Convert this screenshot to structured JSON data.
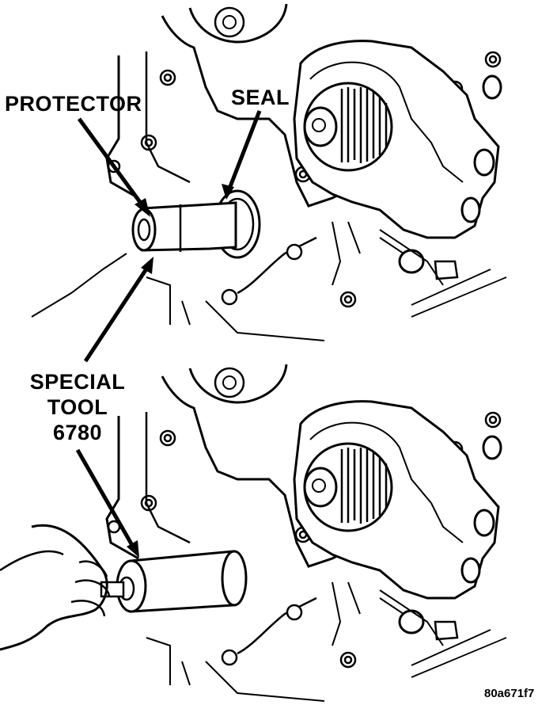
{
  "labels": {
    "protector": "PROTECTOR",
    "seal": "SEAL",
    "special_tool_line1": "SPECIAL",
    "special_tool_line2": "TOOL",
    "special_tool_line3": "6780",
    "figure_ref": "80a671f7"
  },
  "colors": {
    "ink": "#000000",
    "paper": "#ffffff"
  }
}
